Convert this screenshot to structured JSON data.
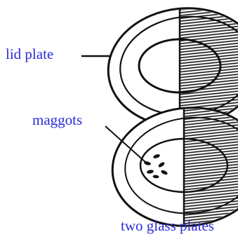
{
  "labels": {
    "lid_plate": "lid plate",
    "maggots": "maggots",
    "two_glass_plates": "two glass plates"
  },
  "colors": {
    "label_text": "#2b2bd6",
    "ink": "#111111",
    "paper": "#ffffff"
  }
}
